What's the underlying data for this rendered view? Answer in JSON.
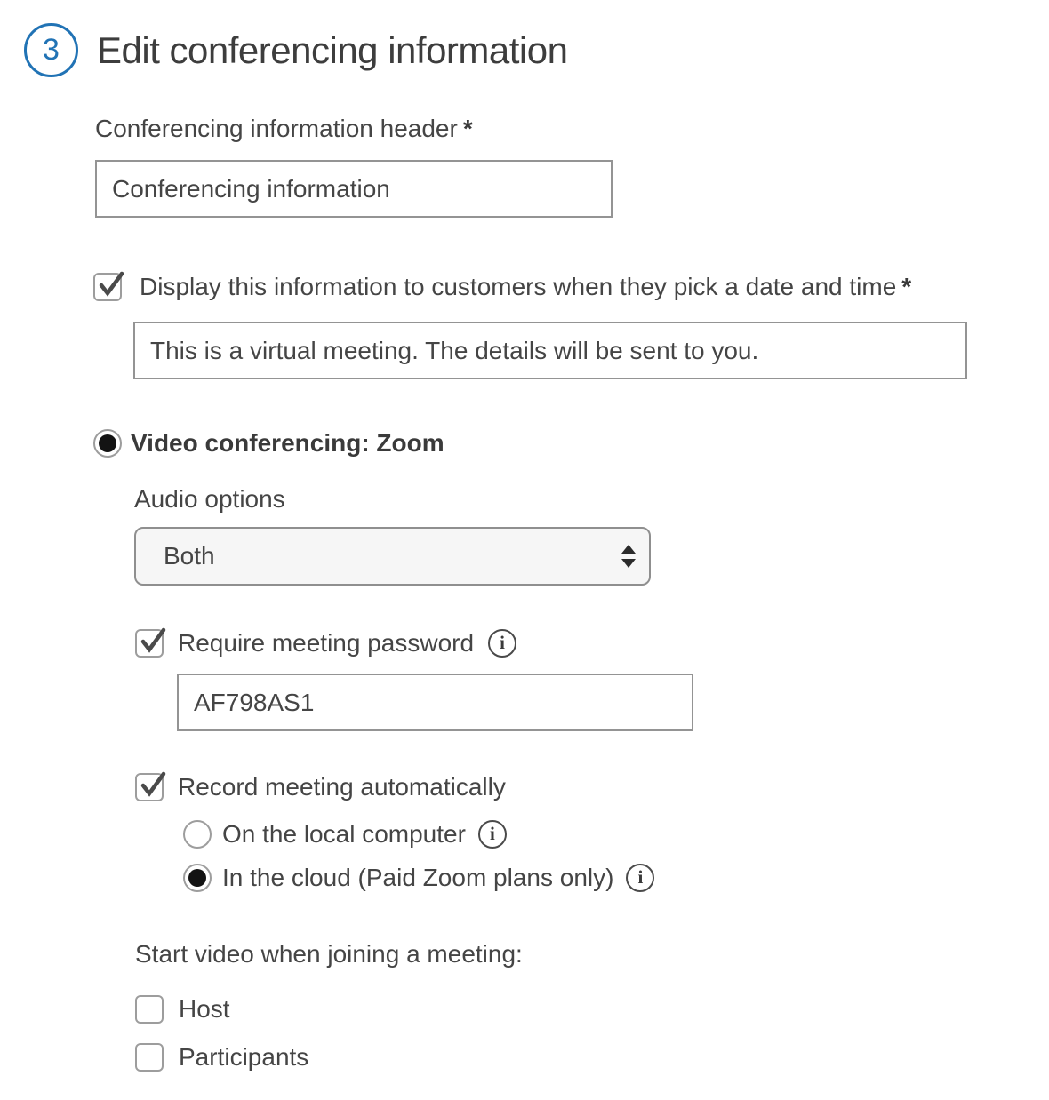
{
  "colors": {
    "accent_blue": "#2173b5",
    "text": "#454545",
    "input_border": "#949494"
  },
  "icons": {
    "info_glyph": "i"
  },
  "step": {
    "number": "3",
    "title": "Edit conferencing information"
  },
  "header_field": {
    "label": "Conferencing information header",
    "required_marker": "*",
    "value": "Conferencing information"
  },
  "display_info": {
    "label": "Display this information to customers when they pick a date and time",
    "required_marker": "*",
    "checked": true,
    "value": "This is a virtual meeting. The details will be sent to you."
  },
  "video_conferencing": {
    "label": "Video conferencing: Zoom",
    "selected": true
  },
  "audio_options": {
    "label": "Audio options",
    "value": "Both"
  },
  "meeting_password": {
    "label": "Require meeting password",
    "checked": true,
    "value": "AF798AS1"
  },
  "record_meeting": {
    "label": "Record meeting automatically",
    "checked": true,
    "options": [
      {
        "label": "On the local computer",
        "selected": false
      },
      {
        "label": "In the cloud (Paid Zoom plans only)",
        "selected": true
      }
    ]
  },
  "start_video": {
    "label": "Start video when joining a meeting:",
    "options": [
      {
        "label": "Host",
        "checked": false
      },
      {
        "label": "Participants",
        "checked": false
      }
    ]
  }
}
